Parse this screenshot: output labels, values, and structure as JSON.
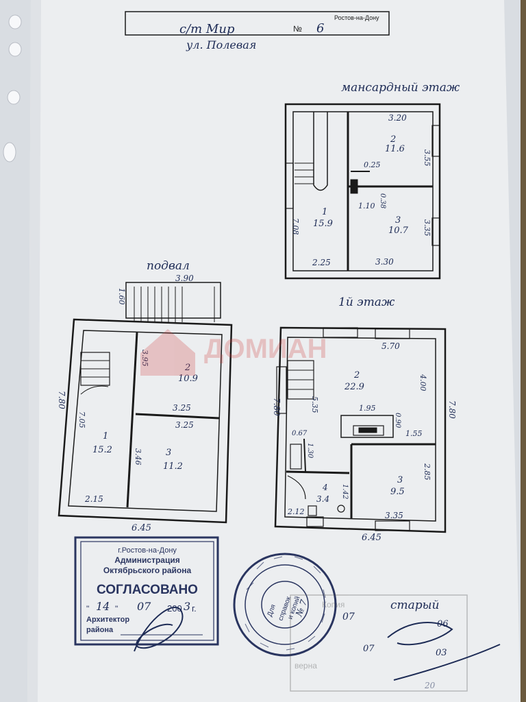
{
  "header": {
    "district": "с/т Мир",
    "number": "6",
    "street": "ул. Полевая",
    "city_fragment": "Ростов-на-Дону",
    "no_label": "№"
  },
  "mansard": {
    "title": "мансардный этаж",
    "top_width": "3.20",
    "room2_label": "2",
    "room2_area": "11.6",
    "room2_side": "3.55",
    "corridor_a": "0.25",
    "corridor_b": "1.10",
    "corridor_c": "0.38",
    "room1_label": "1",
    "room1_area": "15.9",
    "left_side": "7.08",
    "room3_label": "3",
    "room3_area": "10.7",
    "room3_side": "3.35",
    "bottom_left": "2.25",
    "bottom_right": "3.30"
  },
  "basement": {
    "title": "подвал",
    "top_width": "3.90",
    "stair_height": "1.60",
    "outer_side": "7.80",
    "room1_label": "1",
    "room1_area": "15.2",
    "room1_side": "7.05",
    "room2_label": "2",
    "room2_area": "10.9",
    "room2_side": "3.95",
    "room2_width": "3.25",
    "room3_width": "3.25",
    "room3_label": "3",
    "room3_area": "11.2",
    "room3_side": "3.46",
    "bottom_left": "2.15",
    "bottom_total": "6.45"
  },
  "first_floor": {
    "title": "1й этаж",
    "top_width": "5.70",
    "left_side": "7.80",
    "right_side": "7.80",
    "room2_label": "2",
    "room2_area": "22.9",
    "room2_side": "4.00",
    "room2_inner": "5.35",
    "dim_195": "1.95",
    "dim_090": "0.90",
    "dim_155": "1.55",
    "dim_067": "0.67",
    "dim_130": "1.30",
    "room4_label": "4",
    "room4_area": "3.4",
    "room4_side": "1.42",
    "room3_label": "3",
    "room3_area": "9.5",
    "room3_side": "2.85",
    "bottom_left": "2.12",
    "bottom_right": "3.35",
    "bottom_total": "6.45"
  },
  "approval_stamp": {
    "city": "г.Ростов-на-Дону",
    "org1": "Администрация",
    "org2": "Октябрьского района",
    "status": "СОГЛАСОВАНО",
    "day": "14",
    "month": "07",
    "year_prefix": "200",
    "year_suffix": "3",
    "year_unit": "г.",
    "role1": "Архитектор",
    "role2": "района"
  },
  "round_stamp": {
    "center1": "Для",
    "center2": "справок",
    "center3": "и копий",
    "number": "№ 7"
  },
  "bottom_right": {
    "word1": "старый",
    "num1": "07",
    "num2": "06",
    "num3": "07",
    "num4": "03",
    "num5": "20",
    "faded1": "Копия",
    "faded2": "верна"
  },
  "watermark": {
    "brand": "ДОМИАН"
  },
  "colors": {
    "paper": "#eceef0",
    "ink": "#1a1a1a",
    "pen": "#1d2b55",
    "stamp": "#2a3560",
    "background": "#8a7a5e"
  }
}
